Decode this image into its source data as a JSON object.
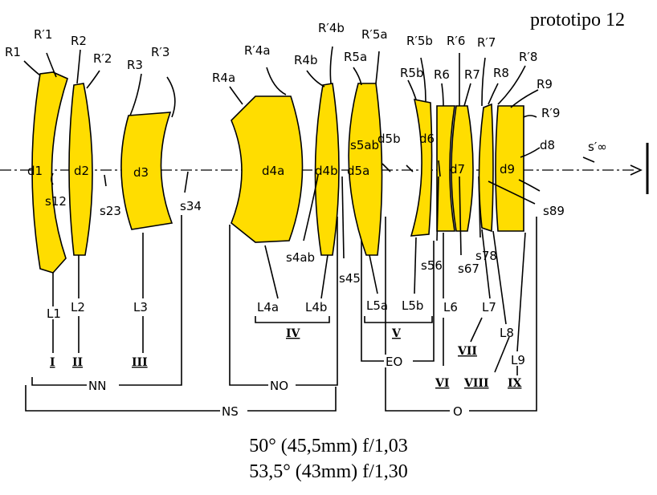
{
  "title": "prototipo 12",
  "specs": [
    "50° (45,5mm) f/1,03",
    "53,5° (43mm) f/1,30"
  ],
  "radii": {
    "R1": "R1",
    "R1p": "R′1",
    "R2": "R2",
    "R2p": "R′2",
    "R3": "R3",
    "R3p": "R′3",
    "R4a_left": "R4a",
    "R4a_p": "R′4a",
    "R4b": "R4b",
    "R4b_p": "R′4b",
    "R5a": "R5a",
    "R5a_p": "R′5a",
    "R5b": "R5b",
    "R5b_p": "R′5b",
    "R6": "R6",
    "R6p": "R′6",
    "R7": "R7",
    "R7p": "R′7",
    "R8": "R8",
    "R8p": "R′8",
    "R9": "R9",
    "R9p": "R′9"
  },
  "thicknesses": {
    "d1": "d1",
    "d2": "d2",
    "d3": "d3",
    "d4a": "d4a",
    "d4b": "d4b",
    "d5a": "d5a",
    "d5b": "d5b",
    "d6": "d6",
    "d7": "d7",
    "d8": "d8",
    "d9": "d9"
  },
  "spacings": {
    "s12": "s12",
    "s23": "s23",
    "s34": "s34",
    "s4ab": "s4ab",
    "s45": "s45",
    "s5ab": "s5ab",
    "s56": "s56",
    "s67": "s67",
    "s78": "s78",
    "s89": "s89",
    "sinf": "s′∞"
  },
  "lenses": {
    "L1": "L1",
    "L2": "L2",
    "L3": "L3",
    "L4a": "L4a",
    "L4b": "L4b",
    "L5a": "L5a",
    "L5b": "L5b",
    "L6": "L6",
    "L7": "L7",
    "L8": "L8",
    "L9": "L9"
  },
  "romans": {
    "I": "I",
    "II": "II",
    "III": "III",
    "IV": "IV",
    "V": "V",
    "VI": "VI",
    "VII": "VII",
    "VIII": "VIII",
    "IX": "IX"
  },
  "groups": {
    "NN": "NN",
    "NO": "NO",
    "NS": "NS",
    "EO": "EO",
    "O": "O"
  },
  "colors": {
    "lens_fill": "#ffdd00"
  }
}
